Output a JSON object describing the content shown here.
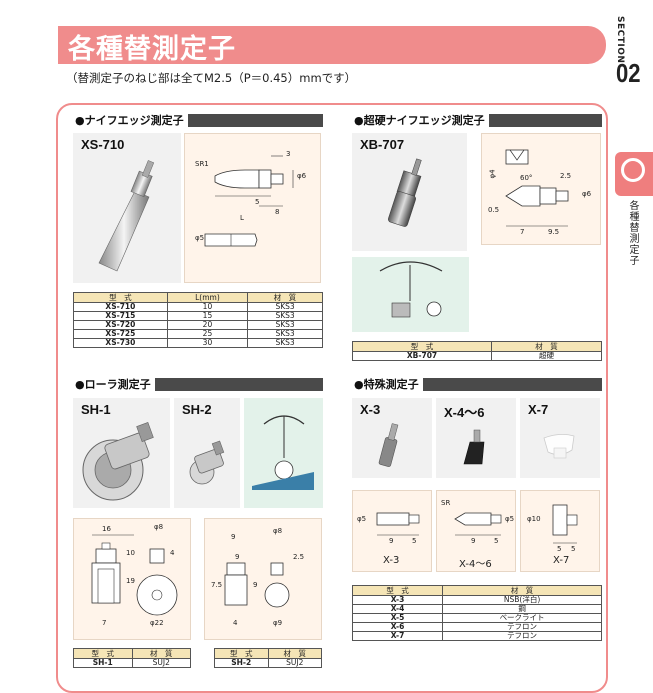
{
  "header": {
    "title": "各種替測定子",
    "subtitle": "（替測定子のねじ部は全てM2.5（P＝0.45）mmです）",
    "section_label": "SECTION",
    "section_number": "02",
    "side_tab_label": "各種替測定子"
  },
  "knife": {
    "heading": "●ナイフエッジ測定子",
    "model": "XS-710",
    "diagram_labels": {
      "sr1": "SR1",
      "d3": "3",
      "phi6": "φ6",
      "d5": "5",
      "d8": "8",
      "L": "L",
      "phi5": "φ5"
    },
    "table": {
      "headers": [
        "型　式",
        "L(mm)",
        "材　質"
      ],
      "rows": [
        [
          "XS-710",
          "10",
          "SKS3"
        ],
        [
          "XS-715",
          "15",
          "SKS3"
        ],
        [
          "XS-720",
          "20",
          "SKS3"
        ],
        [
          "XS-725",
          "25",
          "SKS3"
        ],
        [
          "XS-730",
          "30",
          "SKS3"
        ]
      ]
    }
  },
  "carbide": {
    "heading": "●超硬ナイフエッジ測定子",
    "model": "XB-707",
    "diagram_labels": {
      "phi4": "φ4",
      "ang": "60°",
      "d25": "2.5",
      "d05": "0.5",
      "phi6": "φ6",
      "d7": "7",
      "d95": "9.5"
    },
    "table": {
      "headers": [
        "型　式",
        "材　質"
      ],
      "rows": [
        [
          "XB-707",
          "超硬"
        ]
      ]
    }
  },
  "roller": {
    "heading": "●ローラ測定子",
    "sh1": {
      "model": "SH-1",
      "diagram_labels": {
        "d16": "16",
        "phi8": "φ8",
        "d10": "10",
        "d4": "4",
        "d19": "19",
        "d7": "7",
        "phi22": "φ22"
      },
      "table": {
        "headers": [
          "型　式",
          "材　質"
        ],
        "rows": [
          [
            "SH-1",
            "SUJ2"
          ]
        ]
      }
    },
    "sh2": {
      "model": "SH-2",
      "diagram_labels": {
        "d9": "9",
        "phi8": "φ8",
        "d9b": "9",
        "d25": "2.5",
        "d75": "7.5",
        "d9c": "9",
        "d4": "4",
        "phi9": "φ9"
      },
      "table": {
        "headers": [
          "型　式",
          "材　質"
        ],
        "rows": [
          [
            "SH-2",
            "SUJ2"
          ]
        ]
      }
    }
  },
  "special": {
    "heading": "●特殊測定子",
    "models": [
      "X-3",
      "X-4～6",
      "X-7"
    ],
    "diagrams": [
      {
        "caption": "X-3",
        "labels": [
          "φ5",
          "9",
          "5"
        ]
      },
      {
        "caption": "X-4～6",
        "labels": [
          "SR",
          "φ5",
          "9",
          "5"
        ]
      },
      {
        "caption": "X-7",
        "labels": [
          "φ10",
          "5",
          "5"
        ]
      }
    ],
    "table": {
      "headers": [
        "型　式",
        "材　質"
      ],
      "rows": [
        [
          "X-3",
          "NSB(洋白)"
        ],
        [
          "X-4",
          "鋼"
        ],
        [
          "X-5",
          "ベークライト"
        ],
        [
          "X-6",
          "テフロン"
        ],
        [
          "X-7",
          "テフロン"
        ]
      ]
    }
  },
  "colors": {
    "accent": "#f08c8c",
    "header_bar": "#4a4a4a",
    "diagram_bg": "#fff4ea",
    "table_head": "#f5e5b6",
    "illus_bg": "#e3f2ea"
  }
}
